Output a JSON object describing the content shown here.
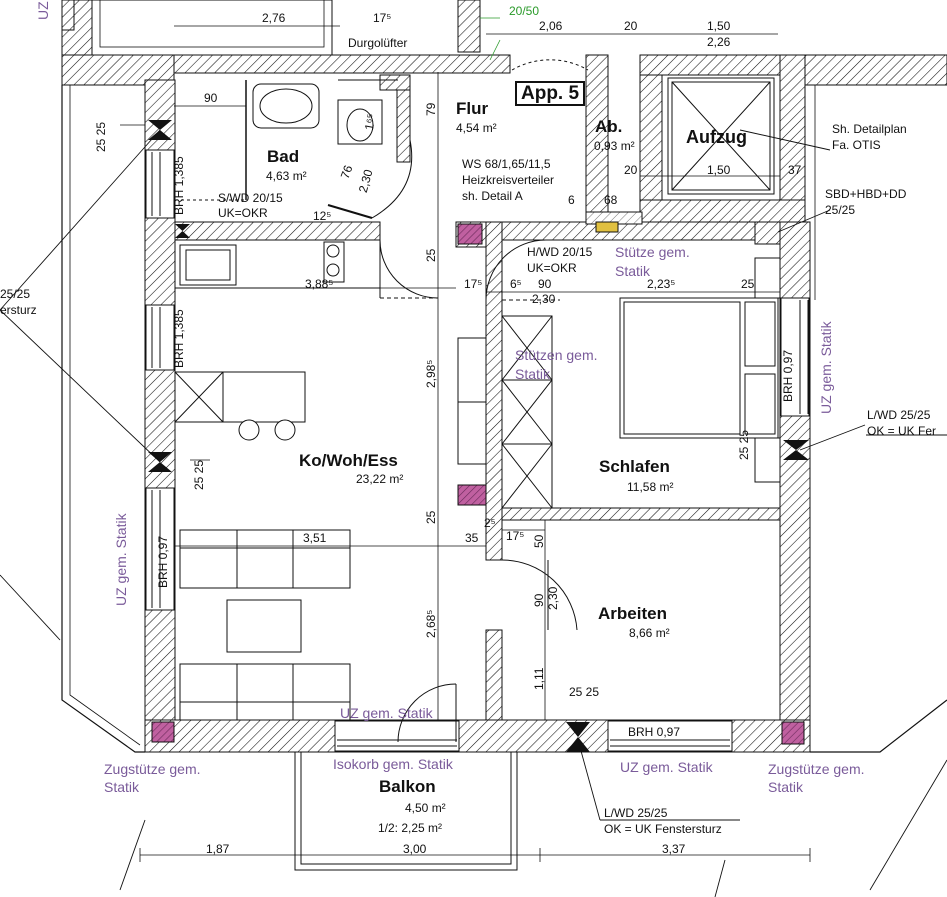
{
  "rooms": {
    "bad": {
      "name": "Bad",
      "area": "4,63 m²"
    },
    "flur": {
      "name": "Flur",
      "area": "4,54 m²"
    },
    "ab": {
      "name": "Ab.",
      "area": "0,93 m²"
    },
    "aufzug": {
      "name": "Aufzug"
    },
    "kowoess": {
      "name": "Ko/Woh/Ess",
      "area": "23,22 m²"
    },
    "schlafen": {
      "name": "Schlafen",
      "area": "11,58 m²"
    },
    "arbeiten": {
      "name": "Arbeiten",
      "area": "8,66 m²"
    },
    "balkon": {
      "name": "Balkon",
      "area": "4,50 m²",
      "half_area": "1/2: 2,25 m²"
    }
  },
  "apartment_label": "App. 5",
  "notes": {
    "durgoluefter": "Durgolüfter",
    "ws_line1": "WS 68/1,65/11,5",
    "ws_line2": "Heizkreisverteiler",
    "ws_line3": "sh. Detail A",
    "swd_line1": "S/WD 20/15",
    "swd_line2": "UK=OKR",
    "hwd_line1": "H/WD 20/15",
    "hwd_line2": "UK=OKR",
    "detailplan_line1": "Sh. Detailplan",
    "detailplan_line2": "Fa. OTIS",
    "sbd_line1": "SBD+HBD+DD",
    "sbd_line2": "25/25",
    "lwd_right_line1": "L/WD 25/25",
    "lwd_right_line2": "OK = UK Fer",
    "lwd_bottom_line1": "L/WD 25/25",
    "lwd_bottom_line2": "OK = UK Fenstersturz",
    "left_line1": "25/25",
    "left_line2": "ersturz",
    "brh_1385_a": "BRH 1,385",
    "brh_1385_b": "BRH 1,385",
    "brh_097_left": "BRH 0,97",
    "brh_097_right": "BRH 0,97",
    "brh_097_bottom": "BRH 0,97",
    "green_dim": "20/50"
  },
  "statik": {
    "stuetze": "Stütze gem.",
    "stuetze_2": "Statik",
    "stuetzen": "Stützen gem.",
    "stuetzen_2": "Statik",
    "uz_left": "UZ gem. Statik",
    "uz_right": "UZ gem. Statik",
    "uz_balkon": "UZ gem. Statik",
    "uz_bottom": "UZ gem. Statik",
    "isokorb": "Isokorb gem. Statik",
    "zug_left_1": "Zugstütze gem.",
    "zug_left_2": "Statik",
    "zug_right_1": "Zugstütze gem.",
    "zug_right_2": "Statik",
    "uz_top_fragment": "UZ"
  },
  "dims": {
    "d276": "2,76",
    "d175_top": "17⁵",
    "d206": "2,06",
    "d20_top": "20",
    "d150_top": "1,50",
    "d226": "2,26",
    "d90_bad": "90",
    "d79": "79",
    "d2525_left": "25 25",
    "d76": "76",
    "d230_bad": "2,30",
    "d165": "1⁶⁵",
    "d125": "12⁵",
    "d20_mid": "20",
    "d150_mid": "1,50",
    "d37": "37",
    "d6": "6",
    "d68": "68",
    "d25_a": "25",
    "d388": "3,88⁵",
    "d175_mid": "17⁵",
    "d65": "6⁵",
    "d90_mid": "90",
    "d230_mid": "2,30",
    "d2235": "2,23⁵",
    "d25_right": "25",
    "d2985": "2,98⁵",
    "d2525_b": "25 25",
    "d2525_right": "25 25",
    "d25_b": "25",
    "d25_c": "2⁵",
    "d35": "35",
    "d175_low": "17⁵",
    "d50": "50",
    "d351": "3,51",
    "d90_arb": "90",
    "d230_arb": "2,30",
    "d2685": "2,68⁵",
    "d111": "1,11",
    "d2525_bottom": "25 25",
    "d187": "1,87",
    "d300": "3,00",
    "d337": "3,37"
  }
}
